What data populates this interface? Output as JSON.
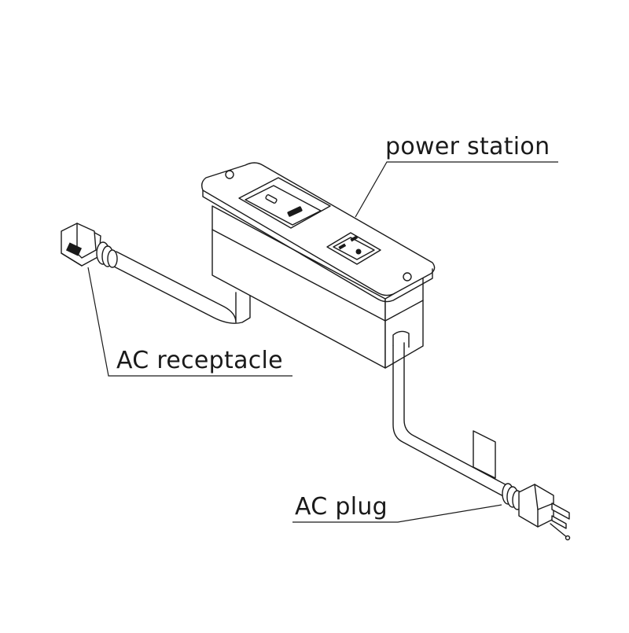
{
  "labels": {
    "power_station": "power station",
    "ac_receptacle": "AC receptacle",
    "ac_plug": "AC plug"
  },
  "colors": {
    "line": "#1a1a1a",
    "background": "#ffffff"
  }
}
